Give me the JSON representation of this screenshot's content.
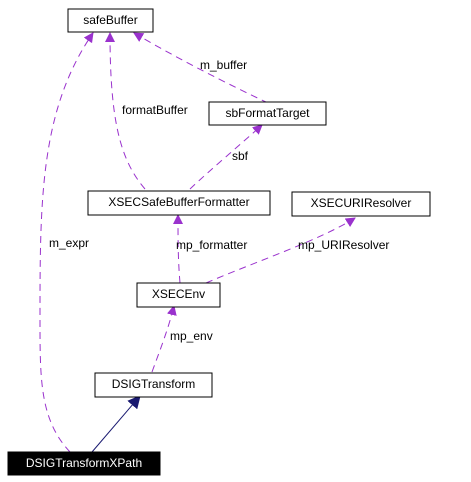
{
  "colors": {
    "usage_edge": "#9a32cd",
    "inherit_edge": "#191970",
    "node_border": "#000000",
    "focus_fill": "#000000",
    "focus_text": "#ffffff"
  },
  "nodes": {
    "safeBuffer": "safeBuffer",
    "sbFormatTarget": "sbFormatTarget",
    "XSECSafeBufferFormatter": "XSECSafeBufferFormatter",
    "XSECURIResolver": "XSECURIResolver",
    "XSECEnv": "XSECEnv",
    "DSIGTransform": "DSIGTransform",
    "DSIGTransformXPath": "DSIGTransformXPath"
  },
  "edges": {
    "m_buffer": "m_buffer",
    "formatBuffer": "formatBuffer",
    "sbf": "sbf",
    "m_expr": "m_expr",
    "mp_formatter": "mp_formatter",
    "mp_URIResolver": "mp_URIResolver",
    "mp_env": "mp_env"
  }
}
